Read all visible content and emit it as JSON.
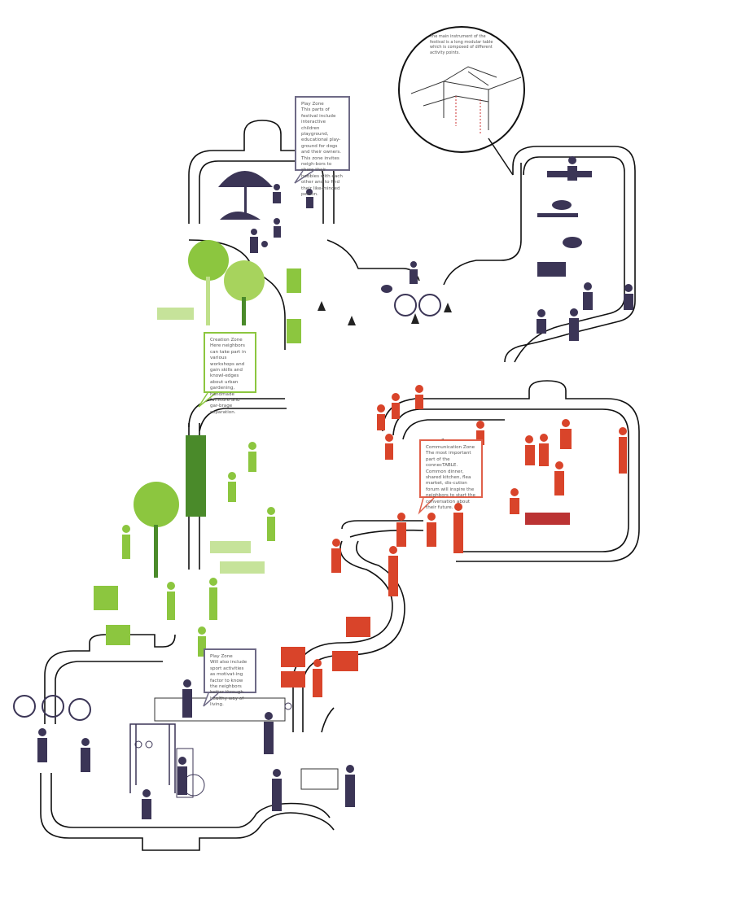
{
  "callouts": {
    "module": {
      "text": "The main instrument of the festival is a long modular table which is composed of different activity points."
    },
    "play_top": {
      "title": "Play Zone",
      "text": "This parts of festival include interactive children playground, educational play-ground for dogs and their owners.  This zone invites neigh-bors to share their hobbies with each other and to find their like-minded person."
    },
    "creation": {
      "title": "Creation Zone",
      "text": "Here neighbors can take part in various workshops and gain skills and knowl-edges about urban gardening, handmade furniture and gar-brage separation."
    },
    "communication": {
      "title": "Communication Zone",
      "text": "The most important part of the connecTABLE. Common dinner, shared kitchen, flea market, dis-cution forum will inspire the neighbors to start the conversation about their future."
    },
    "play_bottom": {
      "title": "Play Zone",
      "text": "Will also include sport activities as motivat-ing factor to know the neighbors better through healthy way of living."
    }
  },
  "colors": {
    "play": "#3b3556",
    "creation": "#8cc63f",
    "communication": "#d9442a",
    "table": "#111111"
  }
}
